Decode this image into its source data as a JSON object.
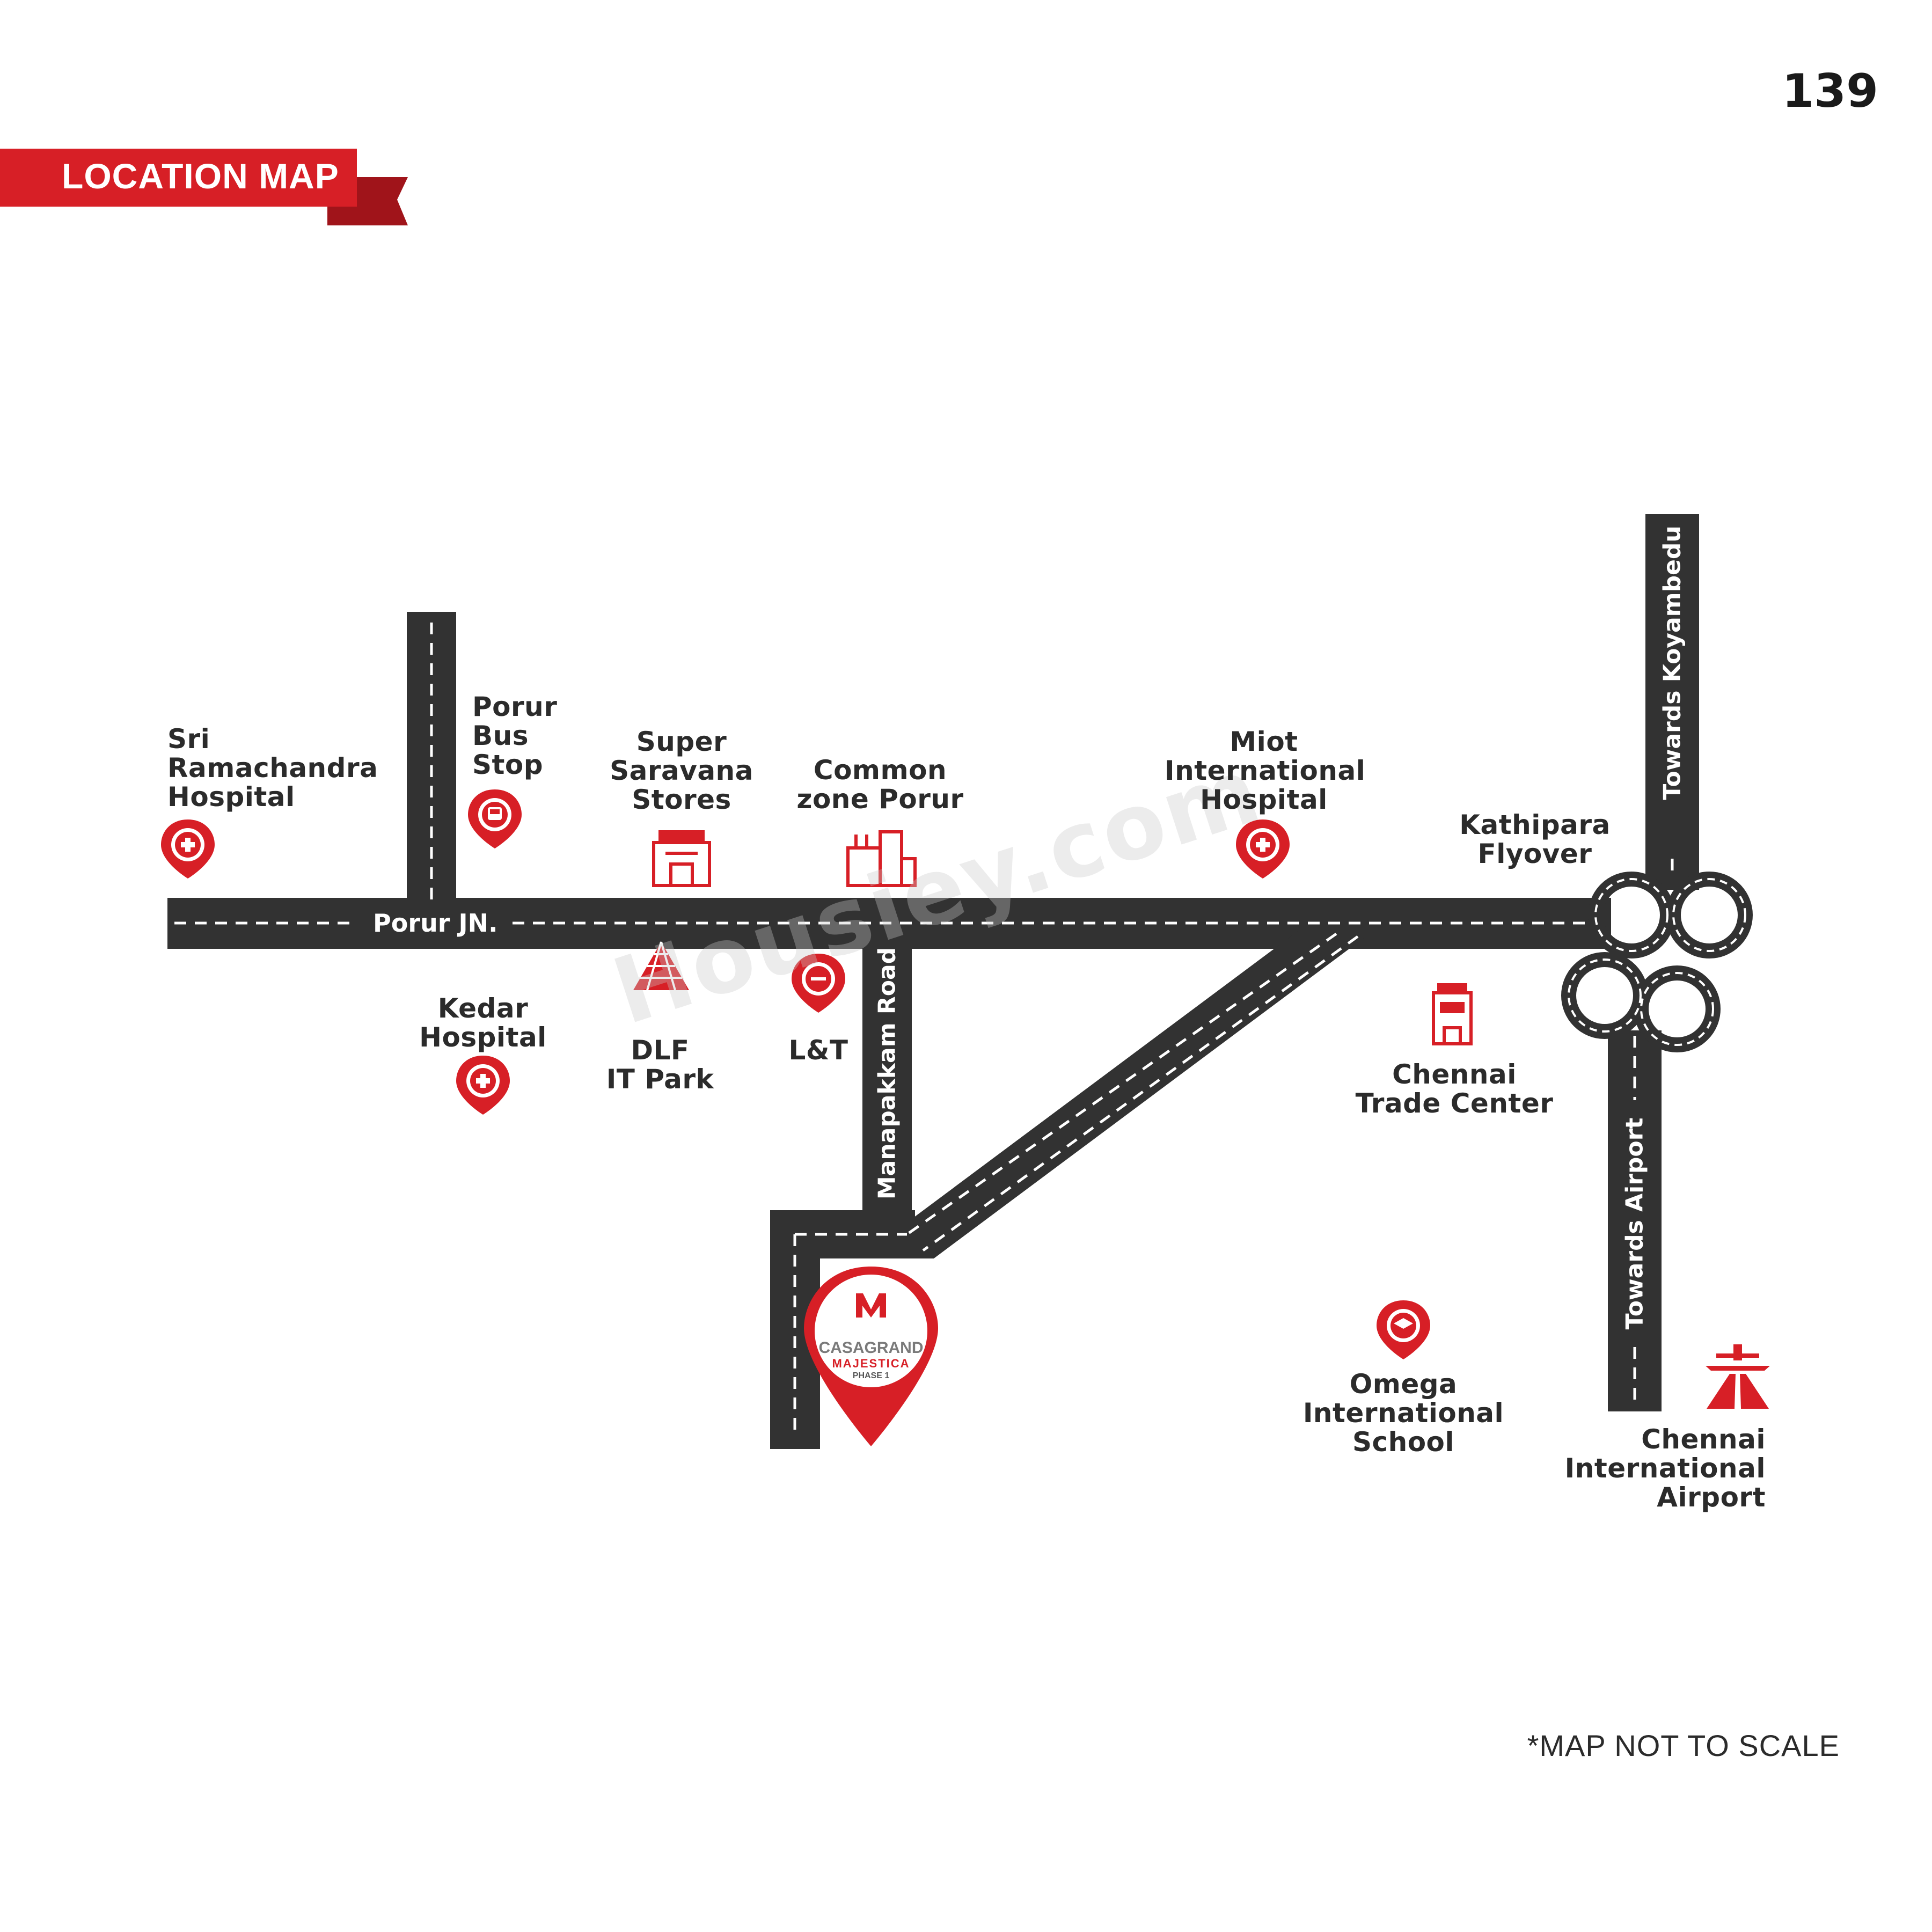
{
  "page": {
    "number": "139",
    "section_label": "LOCATION MAP",
    "footnote": "*MAP NOT TO SCALE",
    "watermark": "Housiey.com"
  },
  "colors": {
    "road": "#323232",
    "brand_red": "#d71f26",
    "label_text": "#2b2b2b"
  },
  "roads": {
    "junction_label": "Porur JN.",
    "manapakkam": "Manapakkam Road",
    "towards_koyambedu": "Towards Koyambedu",
    "towards_airport": "Towards Airport"
  },
  "places": {
    "sri_ramachandra": "Sri\nRamachandra\nHospital",
    "porur_bus_stop": "Porur\nBus\nStop",
    "super_saravana": "Super\nSaravana\nStores",
    "common_zone": "Common\nzone Porur",
    "miot": "Miot\nInternational\nHospital",
    "kathipara": "Kathipara\nFlyover",
    "kedar": "Kedar\nHospital",
    "dlf": "DLF\nIT Park",
    "lt": "L&T",
    "chennai_trade": "Chennai\nTrade Center",
    "omega": "Omega\nInternational\nSchool",
    "airport": "Chennai\nInternational\nAirport"
  },
  "icons": {
    "hospital": "hospital-pin-icon",
    "bus": "bus-pin-icon",
    "store": "store-building-icon",
    "office": "office-building-icon",
    "dlf_logo": "dlf-logo-icon",
    "lt_logo": "lt-pin-icon",
    "trade_center": "trade-center-building-icon",
    "school": "school-pin-icon",
    "airport": "airport-plane-icon",
    "project": "project-location-pin-icon"
  },
  "project": {
    "brand": "CASAGRAND",
    "name": "MAJESTICA",
    "phase": "PHASE 1",
    "monogram": "M"
  }
}
